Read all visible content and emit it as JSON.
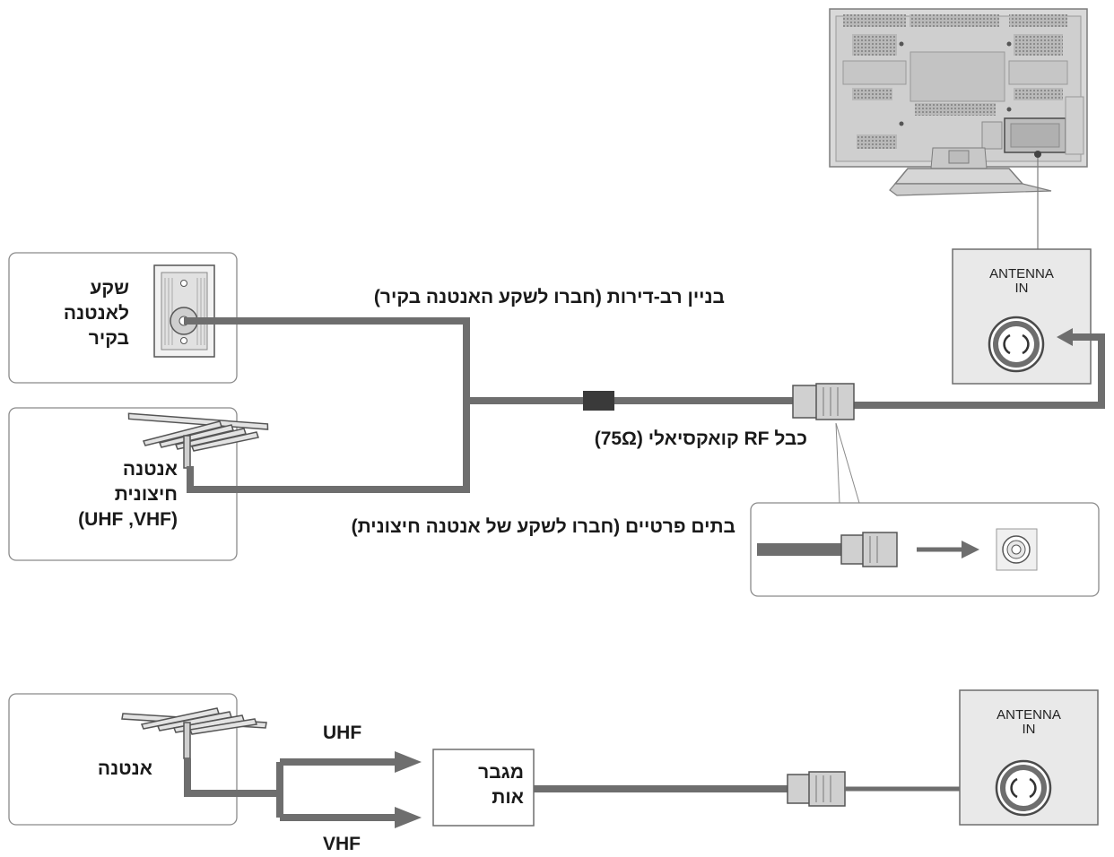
{
  "top_diagram": {
    "wall_jack_label": [
      "שקע",
      "לאנטנה",
      "בקיר"
    ],
    "outdoor_antenna_label": [
      "אנטנה",
      "חיצונית",
      "(UHF ,VHF)"
    ],
    "multi_dwelling_caption": "בניין רב-דירות (חברו לשקע האנטנה בקיר)",
    "private_home_caption": "בתים פרטיים (חברו לשקע של אנטנה חיצונית)",
    "coax_cable_caption": "כבל RF קואקסיאלי (75Ω)",
    "tv_panel": {
      "line1": "ANTENNA",
      "line2": "IN"
    }
  },
  "bottom_diagram": {
    "antenna_label": "אנטנה",
    "uhf_label": "UHF",
    "vhf_label": "VHF",
    "amplifier_label": [
      "מגבר",
      "אות"
    ],
    "tv_panel": {
      "line1": "ANTENNA",
      "line2": "IN"
    }
  },
  "colors": {
    "cable": "#6e6e6e",
    "frame_stroke": "#8a8a8a",
    "panel_fill": "#e9e9e9",
    "connector_fill": "#d0d0d0",
    "text": "#1a1a1a"
  }
}
